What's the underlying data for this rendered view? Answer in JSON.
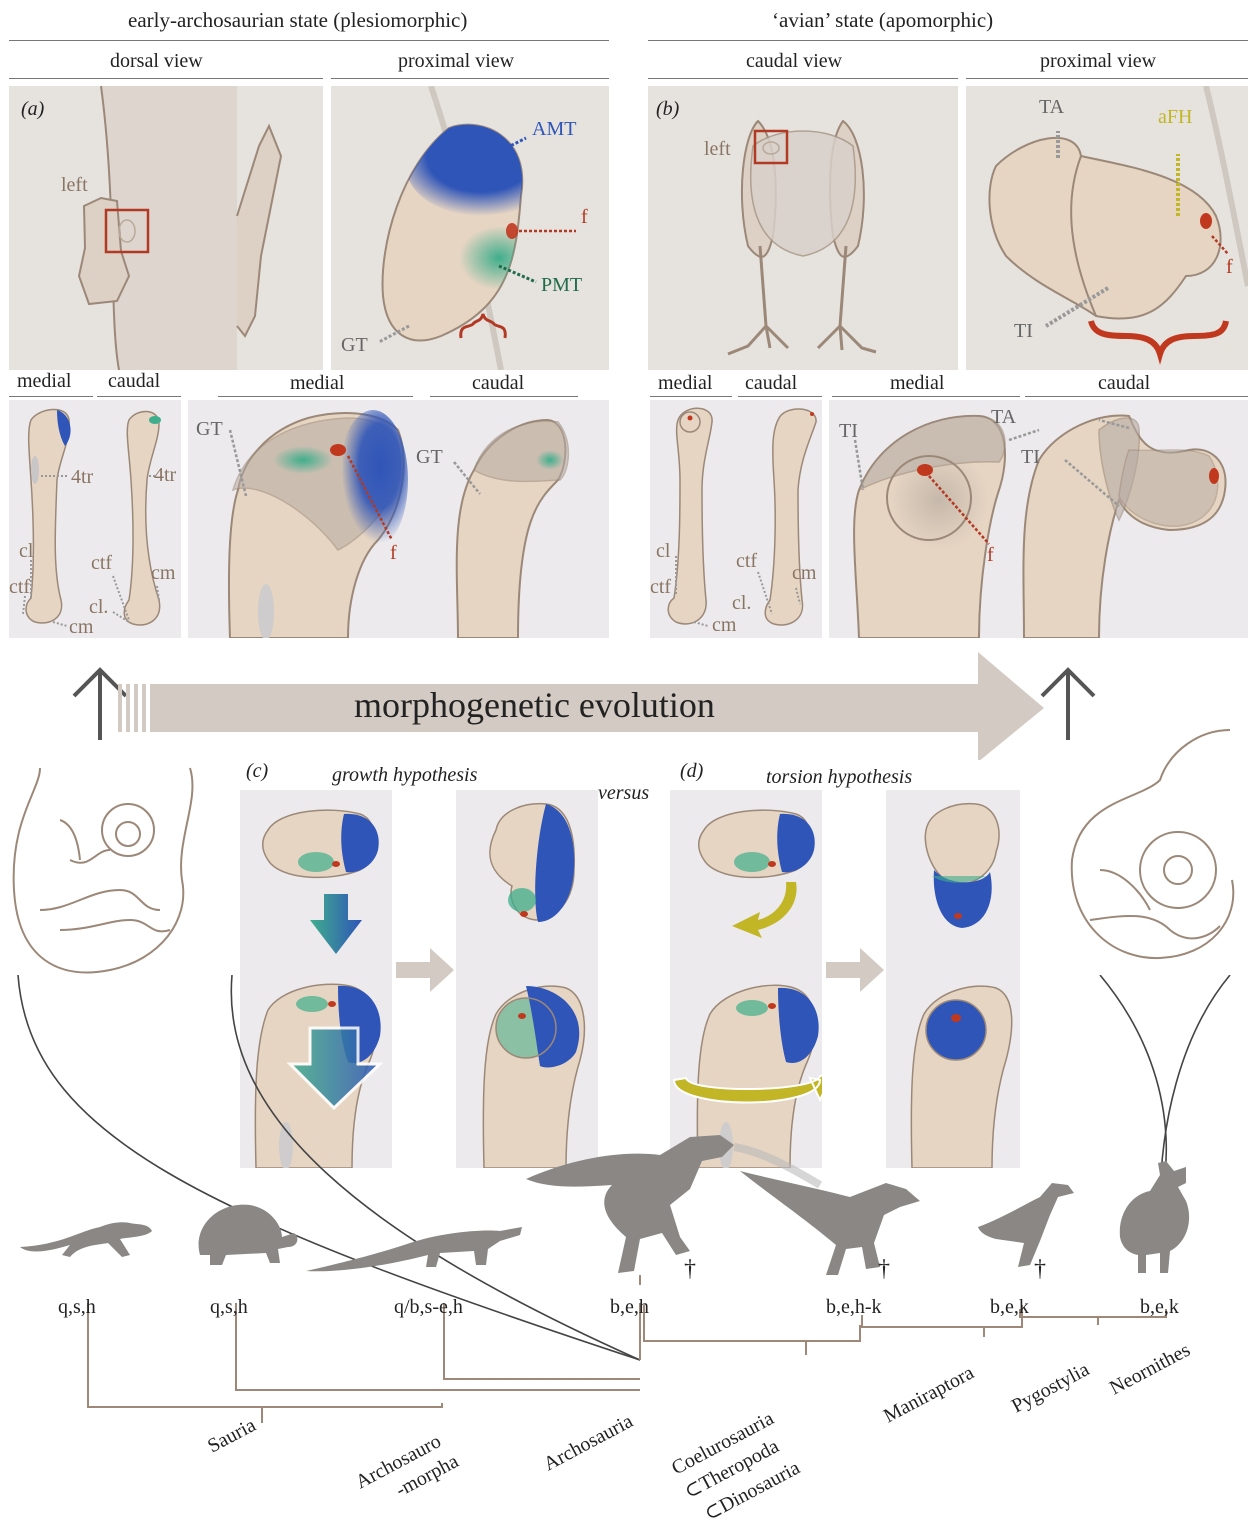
{
  "headers": {
    "left": "early-archosaurian state (plesiomorphic)",
    "right": "‘avian’ state (apomorphic)"
  },
  "views": {
    "dorsal": "dorsal view",
    "proximal_left": "proximal view",
    "caudal": "caudal view",
    "proximal_right": "proximal view",
    "medial_a": "medial",
    "caudal_a": "caudal",
    "medial_a2": "medial",
    "caudal_a2": "caudal",
    "medial_b": "medial",
    "caudal_b": "caudal",
    "medial_b2": "medial",
    "caudal_b2": "caudal"
  },
  "panel_labels": {
    "a": "(a)",
    "b": "(b)",
    "c": "(c)",
    "d": "(d)"
  },
  "labels_a": {
    "left": "left",
    "AMT": "AMT",
    "f": "f",
    "PMT": "PMT",
    "GT": "GT",
    "tr4_med": "4tr",
    "tr4_cau": "4tr",
    "cl_med": "cl",
    "ctf_med": "ctf",
    "cm_med": "cm",
    "ctf_cau": "ctf",
    "cm_cau": "cm",
    "cl_cau": "cl.",
    "GT_med": "GT",
    "f_med": "f",
    "GT_cau": "GT"
  },
  "labels_b": {
    "left": "left",
    "TA": "TA",
    "aFH": "aFH",
    "f": "f",
    "TI": "TI",
    "cl_med": "cl",
    "ctf_med": "ctf",
    "cm_med": "cm",
    "ctf_cau": "ctf",
    "cm_cau": "cm",
    "cl_cau": "cl.",
    "TI_med": "TI",
    "f_med": "f",
    "TA_cau": "TA",
    "TI_cau": "TI"
  },
  "arrow_text": "morphogenetic evolution",
  "hypotheses": {
    "growth": "growth hypothesis",
    "versus": "versus",
    "torsion": "torsion hypothesis"
  },
  "taxa": [
    {
      "codes": "q,s,h"
    },
    {
      "codes": "q,s,h"
    },
    {
      "codes": "q/b,s-e,h"
    },
    {
      "codes": "b,e,h"
    },
    {
      "codes": "b,e,h-k"
    },
    {
      "codes": "b,e,k"
    },
    {
      "codes": "b,e,k"
    }
  ],
  "dagger": "†",
  "clades": {
    "sauria": "Sauria",
    "archosauromorpha_1": "Archosauro",
    "archosauromorpha_2": "-morpha",
    "archosauria": "Archosauria",
    "coelurosauria_1": "Coelurosauria",
    "coelurosauria_2": "⊂Theropoda",
    "coelurosauria_3": "⊂Dinosauria",
    "maniraptora": "Maniraptora",
    "pygostylia": "Pygostylia",
    "neornithes": "Neornithes"
  },
  "colors": {
    "bone": "#e6d5c3",
    "bone_stroke": "#9c8878",
    "blue": "#2f55b8",
    "green": "#3fae8c",
    "red": "#c0391f",
    "yellow": "#c2b526",
    "tree": "#a08878",
    "silhouette": "#8a8785"
  }
}
